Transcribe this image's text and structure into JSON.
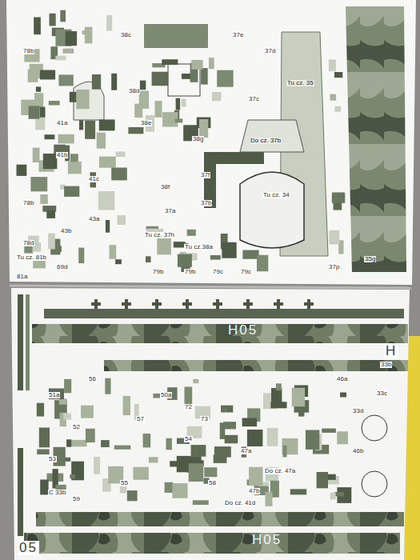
{
  "diagram": {
    "labels": [
      "69d",
      "78b",
      "78b",
      "78d",
      "79b",
      "79b",
      "79c",
      "79c",
      "41a",
      "41b",
      "41c",
      "43a",
      "43b",
      "38c",
      "38d",
      "38e",
      "38f",
      "38g",
      "37a",
      "37b",
      "37c",
      "37d",
      "37e",
      "37f",
      "37p",
      "35g",
      "81a",
      "Tu cz. 81b",
      "Tu cz. 37h",
      "Tu cz.38a",
      "Do cz. 37b",
      "Tu cz. 34",
      "Tu cz. 35",
      "H05",
      "H05",
      "05",
      "H",
      "33b",
      "33c",
      "33d",
      "46a",
      "46b",
      "47a",
      "47b",
      "50a",
      "51a",
      "52",
      "53",
      "54",
      "55",
      "56",
      "57",
      "58",
      "59",
      "72",
      "73",
      "Do cz. 47a",
      "Do cz. 41d",
      "C 33b"
    ]
  }
}
